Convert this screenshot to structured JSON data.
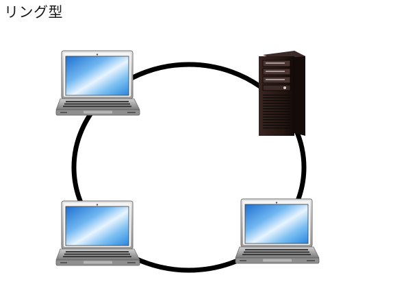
{
  "title": "リング型",
  "diagram": {
    "topology": "ring",
    "ring_color": "#000000",
    "nodes": [
      {
        "type": "laptop",
        "position": "top-left"
      },
      {
        "type": "server",
        "position": "top-right"
      },
      {
        "type": "laptop",
        "position": "bottom-left"
      },
      {
        "type": "laptop",
        "position": "bottom-right"
      }
    ],
    "icons": {
      "laptop": "laptop-icon",
      "server": "server-tower-icon"
    },
    "colors": {
      "screen_blue": "#2f8fe0",
      "laptop_body": "#c8c8c8",
      "server_body": "#2b1a18"
    }
  }
}
